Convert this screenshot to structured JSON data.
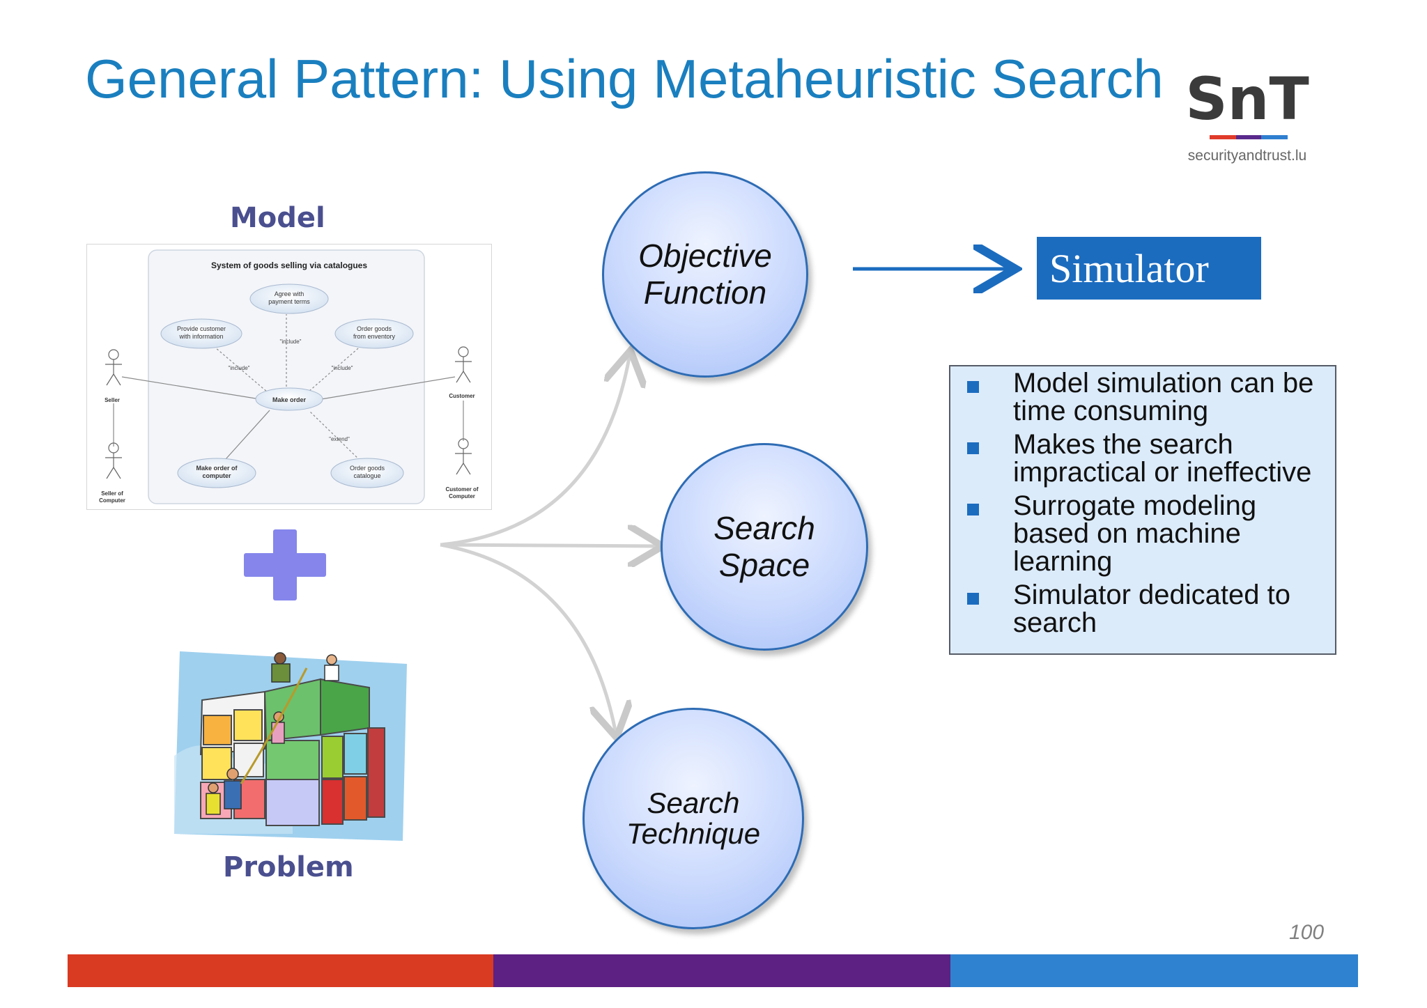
{
  "slide": {
    "title": "General Pattern: Using Metaheuristic Search",
    "page_number": "100"
  },
  "logo": {
    "mark": "SnT",
    "site": "securityandtrust.lu",
    "bar_colors": [
      "#e03b2b",
      "#5a2a8c",
      "#2f7fd0"
    ]
  },
  "model": {
    "label": "Model",
    "diagram": {
      "title": "System of goods selling via catalogues",
      "use_cases": [
        "Agree with payment terms",
        "Provide customer with information",
        "Order goods from enventory",
        "Make order",
        "Make order of computer",
        "Order goods catalogue"
      ],
      "actors": [
        "Seller",
        "Seller of Computer",
        "Customer",
        "Customer of Computer"
      ],
      "stereotypes": [
        "\"include\"",
        "\"include\"",
        "\"include\"",
        "\"extend\""
      ]
    }
  },
  "problem": {
    "label": "Problem"
  },
  "concepts": [
    {
      "lines": [
        "Objective",
        "Function"
      ]
    },
    {
      "lines": [
        "Search",
        "Space"
      ]
    },
    {
      "lines": [
        "Search",
        "Technique"
      ]
    }
  ],
  "simulator": {
    "label": "Simulator"
  },
  "notes": [
    "Model simulation can be time consuming",
    "Makes the search impractical or ineffective",
    "Surrogate modeling based on machine learning",
    "Simulator dedicated to search"
  ],
  "colors": {
    "title": "#1a7fbf",
    "accent_blue": "#1b6cbf",
    "footer": [
      "#d93a22",
      "#5c2183",
      "#2f82cf"
    ]
  }
}
